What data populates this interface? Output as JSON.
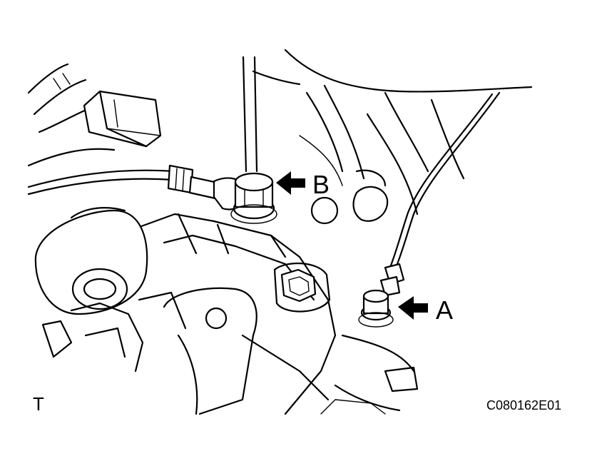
{
  "callouts": {
    "a": "A",
    "b": "B"
  },
  "corner_mark": "T",
  "figure_code": "C080162E01"
}
